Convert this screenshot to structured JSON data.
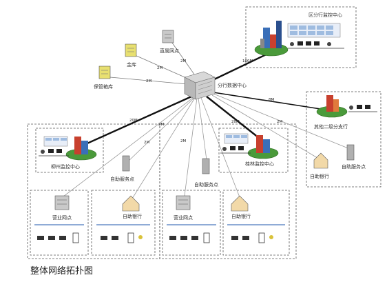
{
  "caption": "整体网络拓扑图",
  "nodes": {
    "regional_monitor": "区分行监控中心",
    "branch_data_center": "分行数据中心",
    "direct_outlet": "直属网点",
    "vault": "金库",
    "safe_deposit": "保管箱库",
    "second_branch": "其他二级分支行",
    "self_service_a": "自助服务点",
    "self_service_b": "自助服务点",
    "self_service_c": "自助服务点",
    "self_bank_right": "自助银行",
    "liuzhou_monitor": "柳州监控中心",
    "guilin_monitor": "桂林监控中心",
    "outlet_a": "营业网点",
    "self_bank_a": "自助银行",
    "outlet_b": "营业网点",
    "self_bank_b": "自助银行"
  },
  "bandwidth": {
    "regional": "100M",
    "second_branch": "8M",
    "liuzhou": "20M",
    "guilin": "20M",
    "vault": "2M",
    "direct": "2M",
    "safe": "2M",
    "spoke_a": "2M",
    "spoke_b": "2M",
    "spoke_c": "2M",
    "spoke_d": "2M"
  }
}
